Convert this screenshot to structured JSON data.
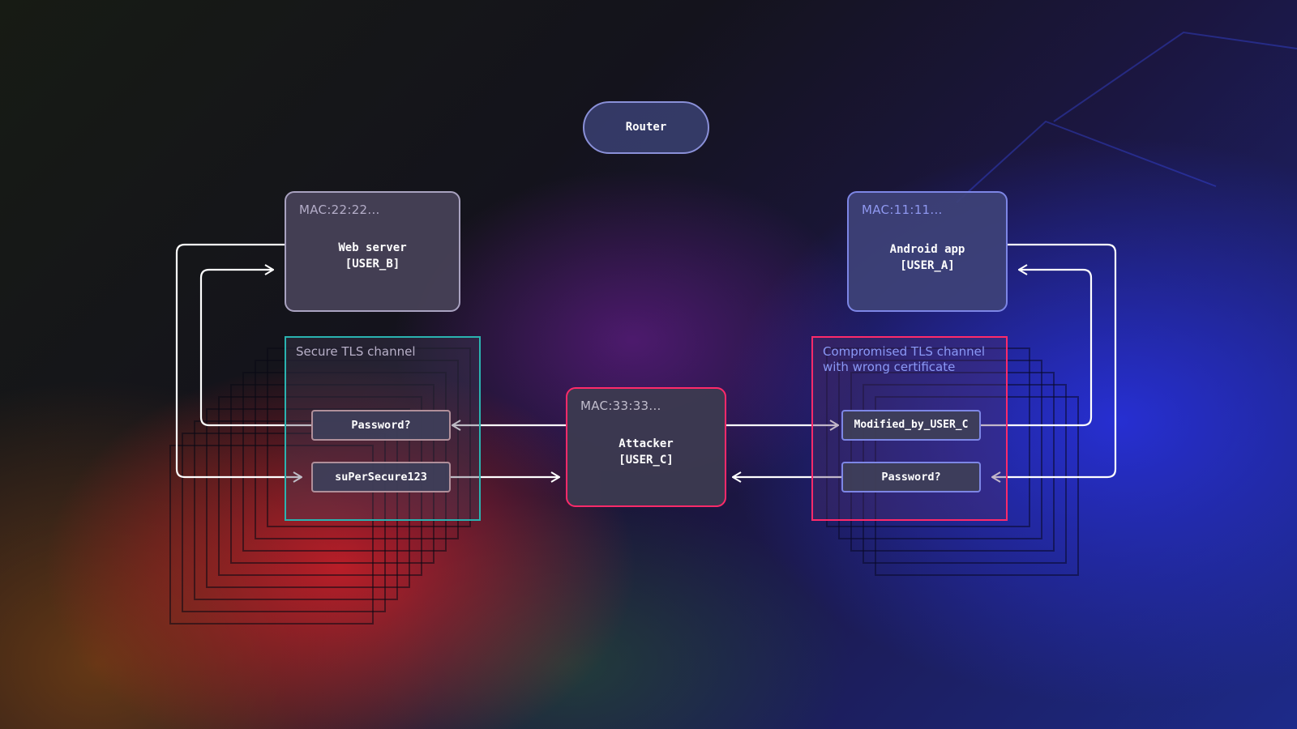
{
  "diagram": {
    "router": {
      "label": "Router"
    },
    "web_server": {
      "mac": "MAC:22:22...",
      "name": "Web server",
      "user": "[USER_B]"
    },
    "android_app": {
      "mac": "MAC:11:11...",
      "name": "Android app",
      "user": "[USER_A]"
    },
    "attacker": {
      "mac": "MAC:33:33...",
      "name": "Attacker",
      "user": "[USER_C]"
    },
    "secure_channel": {
      "label": "Secure TLS channel",
      "messages": [
        "Password?",
        "suPerSecure123"
      ]
    },
    "compromised_channel": {
      "label_line1": "Compromised TLS channel",
      "label_line2": "with wrong certificate",
      "messages": [
        "Modified_by_USER_C",
        "Password?"
      ]
    }
  },
  "colors": {
    "secure_border": "#2ab3b0",
    "compromised_border": "#ff2a6a",
    "attacker_border": "#ff2a6a",
    "web_server_border": "#a9a2c0",
    "android_border": "#7d86e6",
    "connector": "#ffffff"
  }
}
